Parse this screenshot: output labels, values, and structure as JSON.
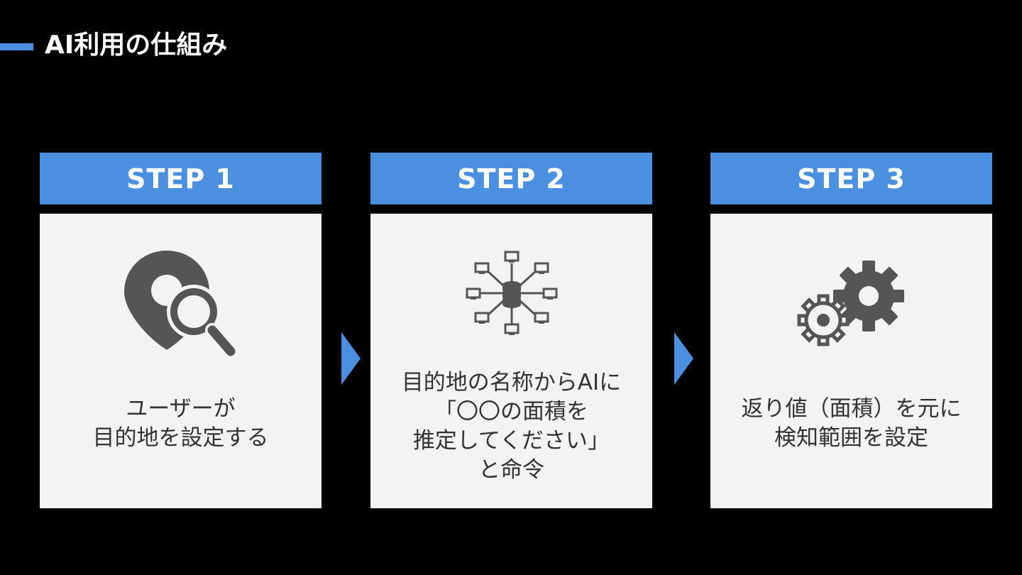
{
  "slide": {
    "title": "AI利用の仕組み",
    "accent_color": "#4a8fe0"
  },
  "steps": [
    {
      "header": "STEP 1",
      "icon": "location-search-icon",
      "lines": [
        "ユーザーが",
        "目的地を設定する"
      ]
    },
    {
      "header": "STEP 2",
      "icon": "network-database-icon",
      "lines": [
        "目的地の名称からAIに",
        "「〇〇の面積を",
        "推定してください」",
        "と命令"
      ]
    },
    {
      "header": "STEP 3",
      "icon": "gears-icon",
      "lines": [
        "返り値（面積）を元に",
        "検知範囲を設定"
      ]
    }
  ],
  "arrows": [
    "arrow-right-icon",
    "arrow-right-icon"
  ]
}
